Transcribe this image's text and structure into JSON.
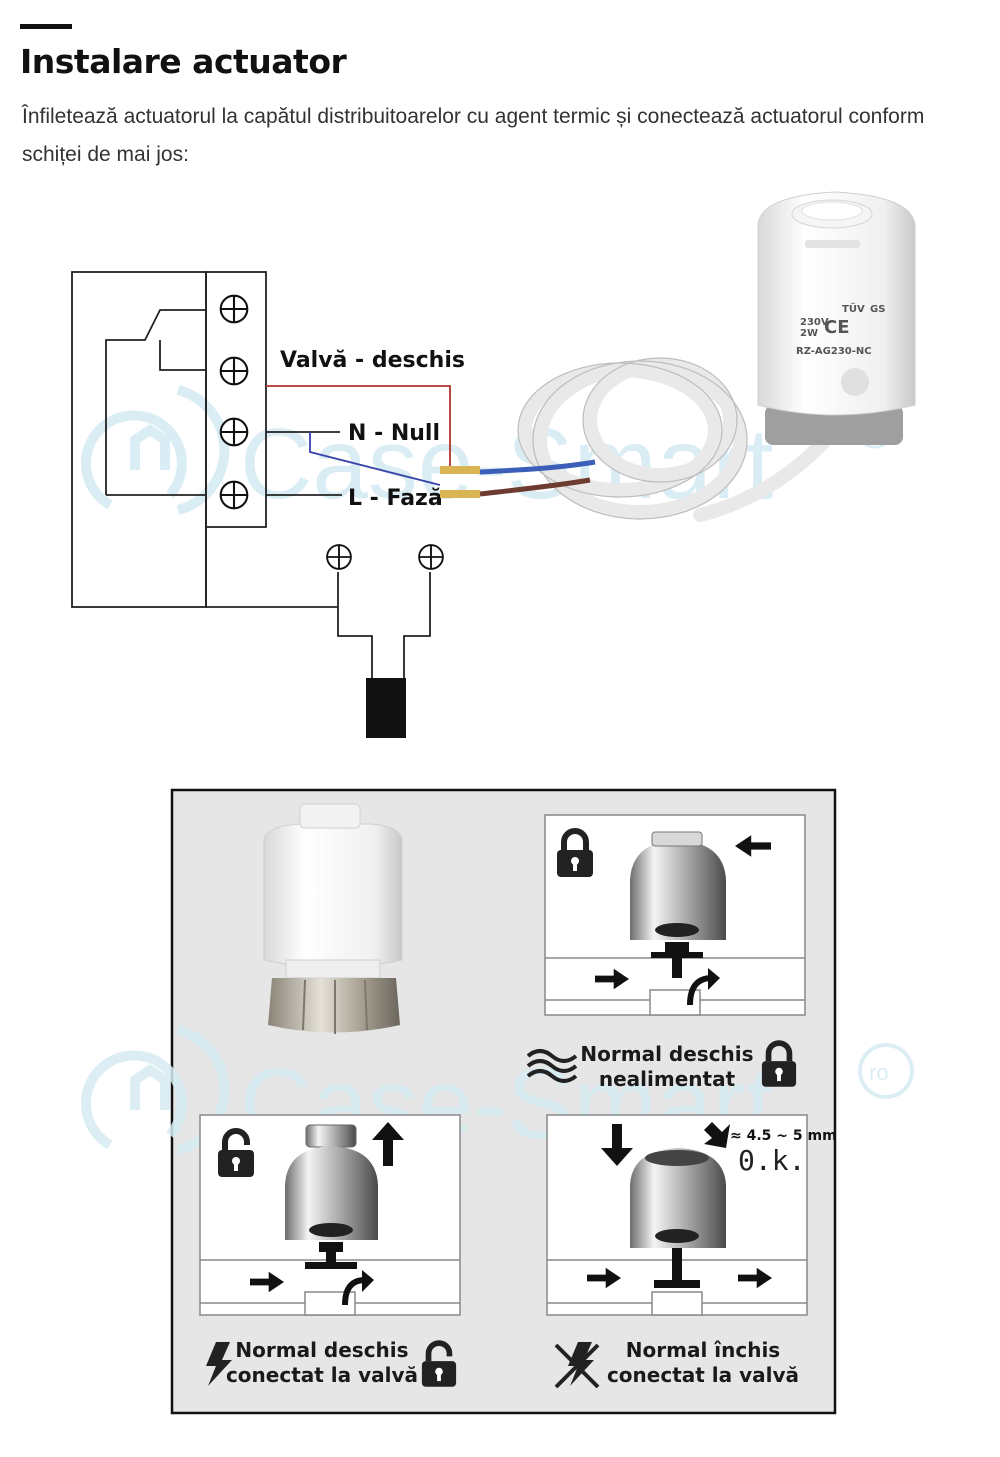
{
  "header": {
    "title": "Instalare actuator",
    "intro": "Înfiletează actuatorul la capătul distribuitoarelor cu agent termic și conectează actuatorul conform schiței de mai jos:"
  },
  "wiring": {
    "valve_label": "Valvă - deschis",
    "null_label": "N - Null",
    "phase_label": "L - Fază",
    "actuator_marks": [
      "230V",
      "2W",
      "TÜV",
      "GS"
    ],
    "actuator_model": "RZ-AG230-NC"
  },
  "watermark": {
    "text": "Case-Smart",
    "symbol": "®",
    "suffix": "ro"
  },
  "panels": {
    "nn_open": {
      "line1": "Normal deschis",
      "line2": "nealimentat"
    },
    "no_connected": {
      "line1": "Normal deschis",
      "line2": "conectat la valvă"
    },
    "nc_connected": {
      "line1": "Normal închis",
      "line2": "conectat la valvă"
    },
    "stroke": "≈ 4.5 ~ 5 mm",
    "ok": "0.k."
  },
  "colors": {
    "wire_red": "#b0322e",
    "wire_blue": "#3742a8",
    "watermark": "#d6ecf3"
  }
}
